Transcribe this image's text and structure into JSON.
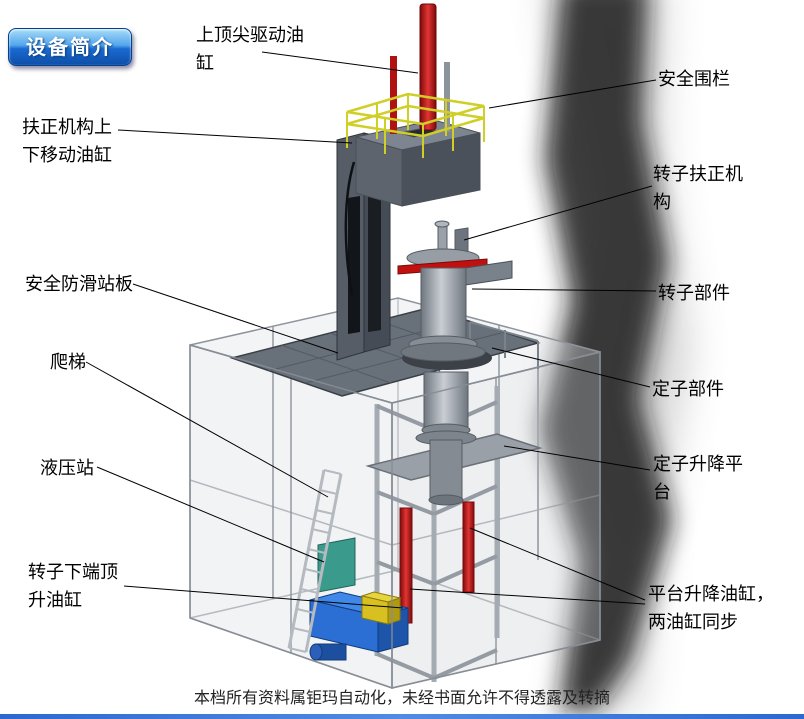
{
  "badge": {
    "label": "设备简介"
  },
  "callouts": [
    {
      "id": "top-tip-cylinder",
      "text": "上顶尖驱动油\n缸"
    },
    {
      "id": "safety-fence",
      "text": "安全围栏"
    },
    {
      "id": "centering-updown-cylinder",
      "text": "扶正机构上\n下移动油缸"
    },
    {
      "id": "rotor-centering-mechanism",
      "text": "转子扶正机\n构"
    },
    {
      "id": "anti-slip-platform",
      "text": "安全防滑站板"
    },
    {
      "id": "rotor-part",
      "text": "转子部件"
    },
    {
      "id": "ladder",
      "text": "爬梯"
    },
    {
      "id": "stator-part",
      "text": "定子部件"
    },
    {
      "id": "hydraulic-station",
      "text": "液压站"
    },
    {
      "id": "stator-lift-platform",
      "text": "定子升降平\n台"
    },
    {
      "id": "rotor-bottom-jack-cylinder",
      "text": "转子下端顶\n升油缸"
    },
    {
      "id": "platform-lift-cylinders",
      "text": "平台升降油缸，\n两油缸同步"
    }
  ],
  "footer": {
    "disclaimer": "本档所有资料属钜玛自动化，未经书面允许不得透露及转摘"
  },
  "figure": {
    "description": "3D CAD isometric render of rotor-stator assembly machine inside transparent safety enclosure"
  },
  "colors": {
    "cylinder_red": "#c01010",
    "rail_yellow": "#cfcf26",
    "hydraulic_blue": "#2b6fd4",
    "badge_blue": "#1565c0",
    "steel_gray": "#6a7078"
  }
}
